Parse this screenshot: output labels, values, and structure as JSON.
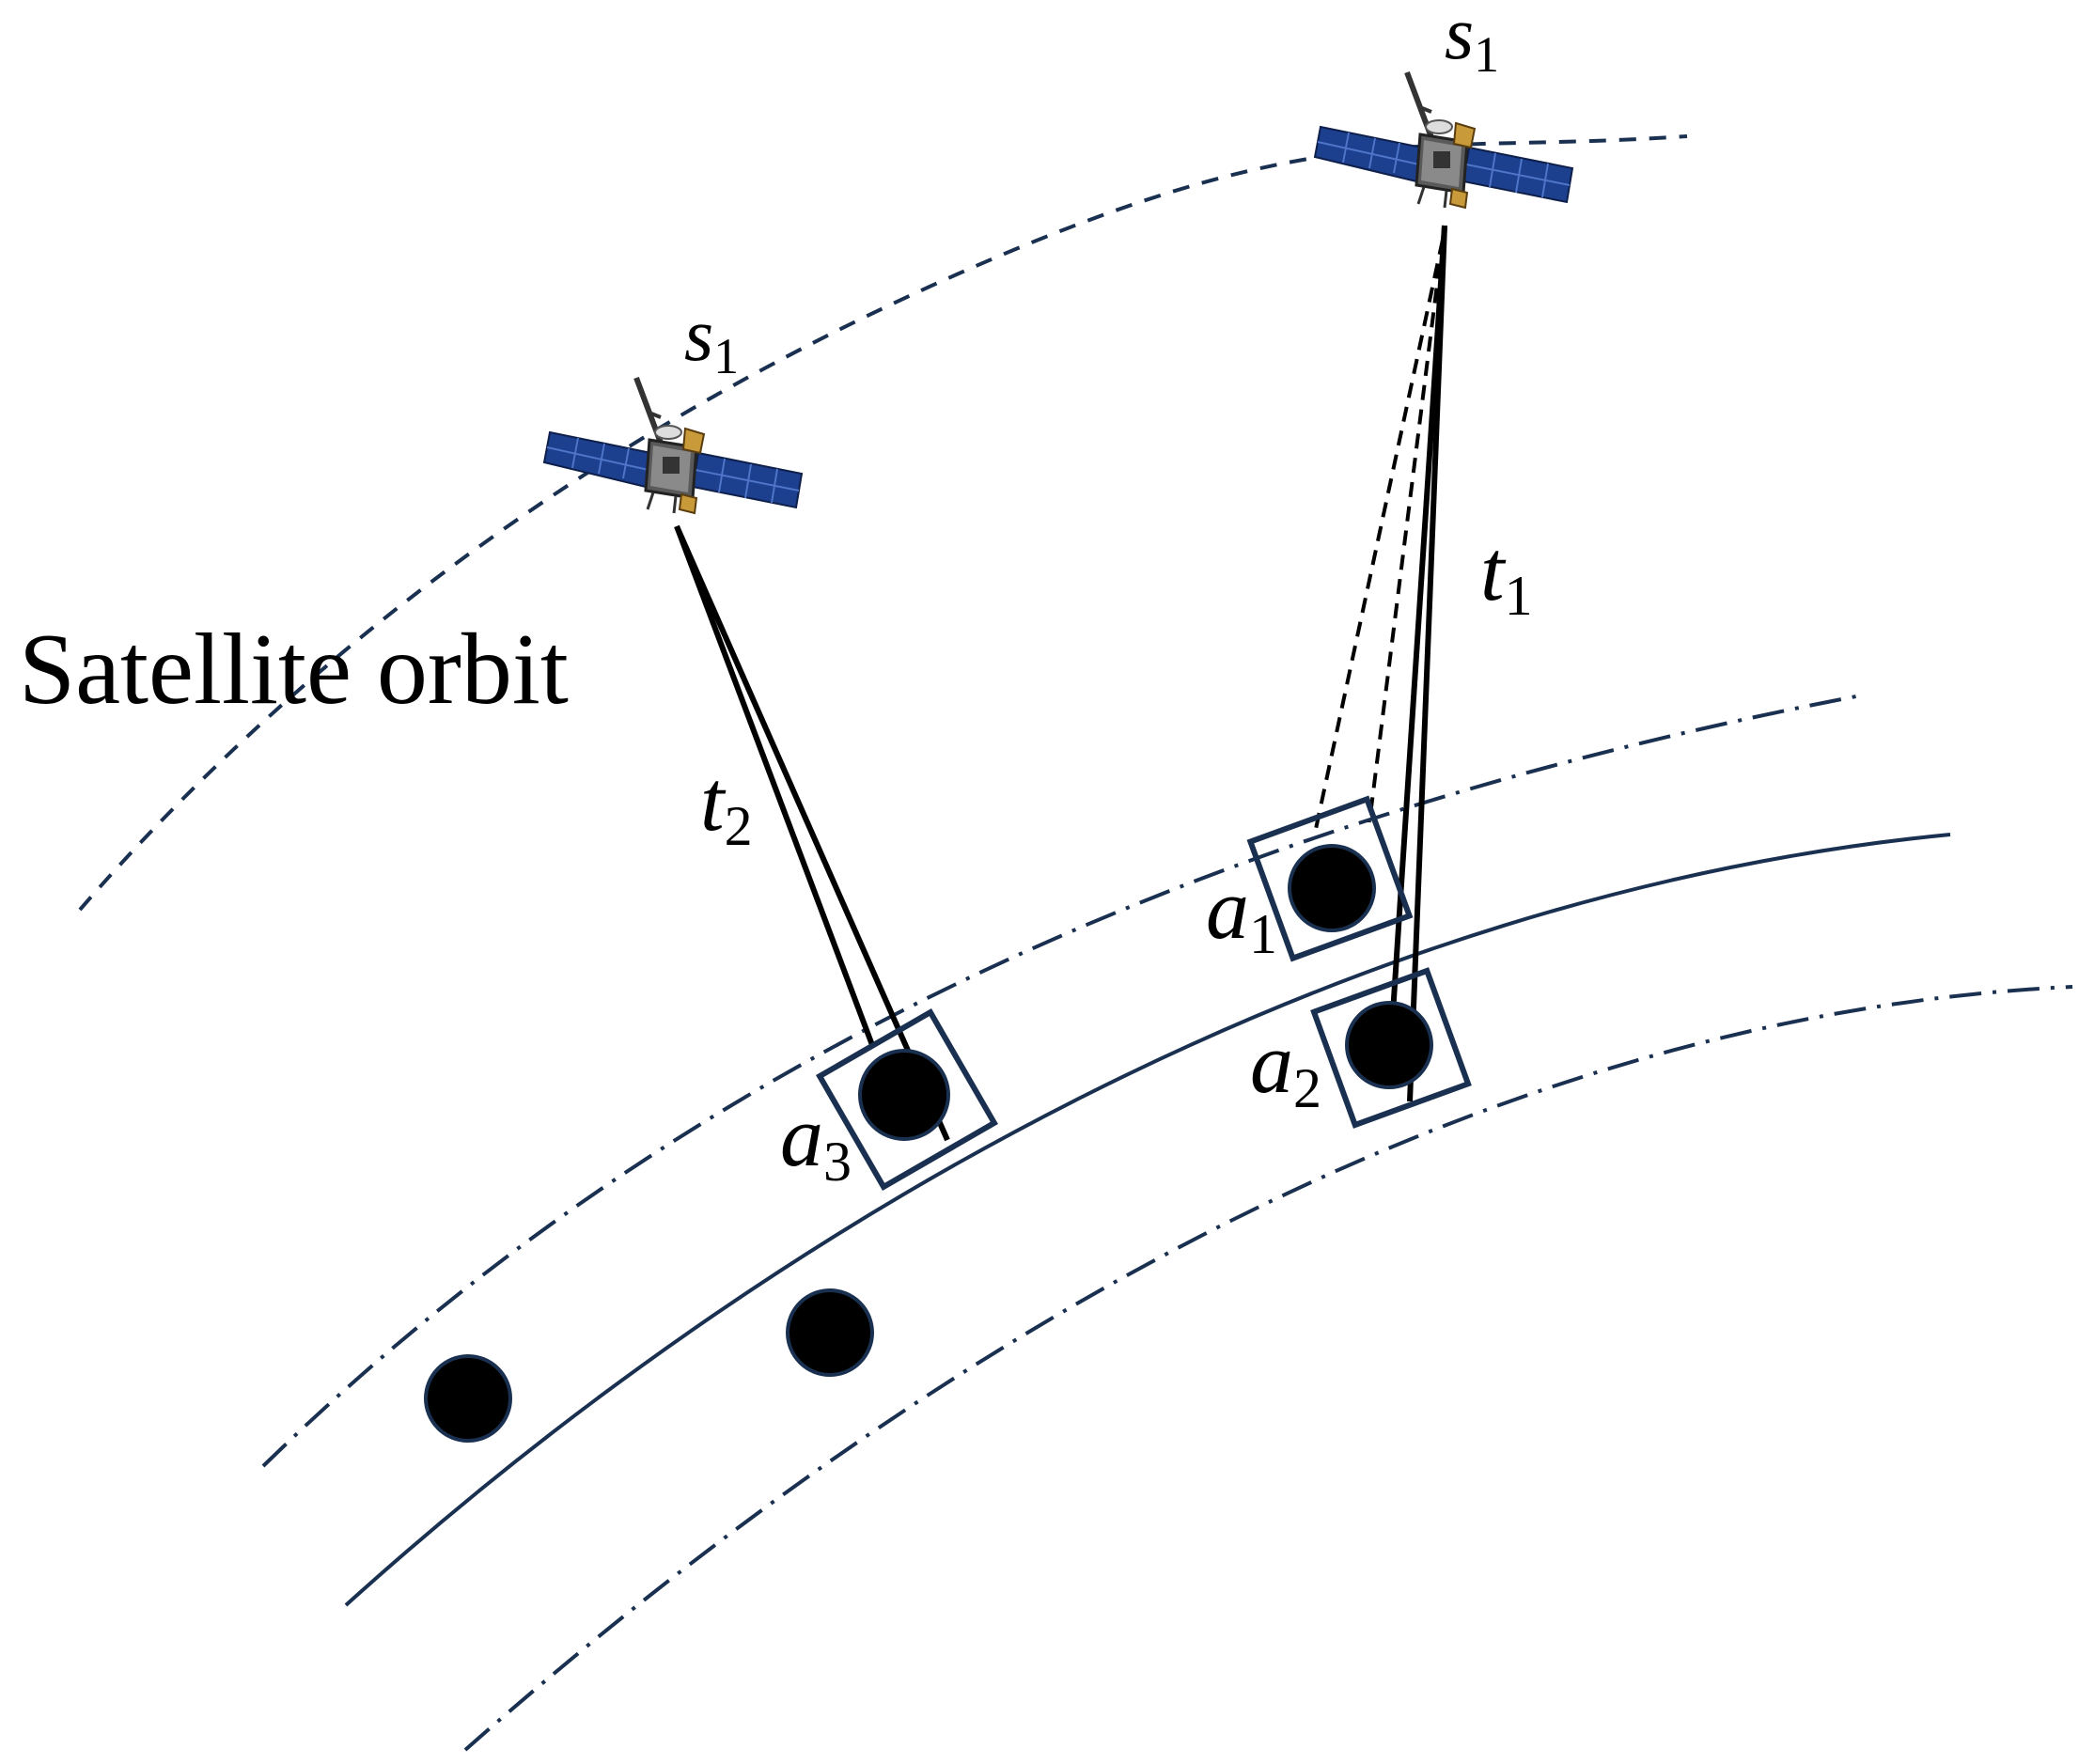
{
  "labels": {
    "orbit": "Satellite orbit",
    "satellite_top_base": "s",
    "satellite_top_sub": "1",
    "satellite_left_base": "s",
    "satellite_left_sub": "1",
    "task_1_base": "t",
    "task_1_sub": "1",
    "task_2_base": "t",
    "task_2_sub": "2",
    "target_1_base": "a",
    "target_1_sub": "1",
    "target_2_base": "a",
    "target_2_sub": "2",
    "target_3_base": "a",
    "target_3_sub": "3"
  },
  "colors": {
    "navy": "#1a3050",
    "black": "#000000",
    "panel_blue": "#1c3f8e",
    "panel_light": "#3f67c0"
  },
  "icons": {
    "satellite": "satellite-icon",
    "target": "target-dot"
  }
}
